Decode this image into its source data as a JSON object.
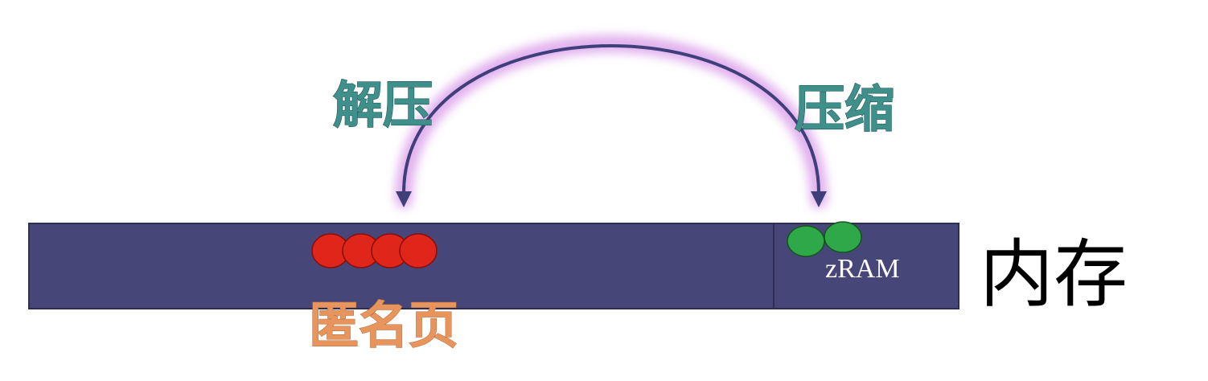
{
  "labels": {
    "decompress": "解压",
    "compress": "压缩",
    "anonymous_pages": "匿名页",
    "zram": "zRAM",
    "memory": "内存"
  },
  "colors": {
    "memory_bar": "#464678",
    "anonymous_page": "#e0261b",
    "zram_page": "#2fa84a",
    "arrow": "#3f3f7a",
    "arrow_glow": "#d896e8",
    "label_teal": "#3f8f8a",
    "label_orange": "#e8955d"
  },
  "counts": {
    "anonymous_page_circles": 4,
    "zram_page_circles": 2
  }
}
